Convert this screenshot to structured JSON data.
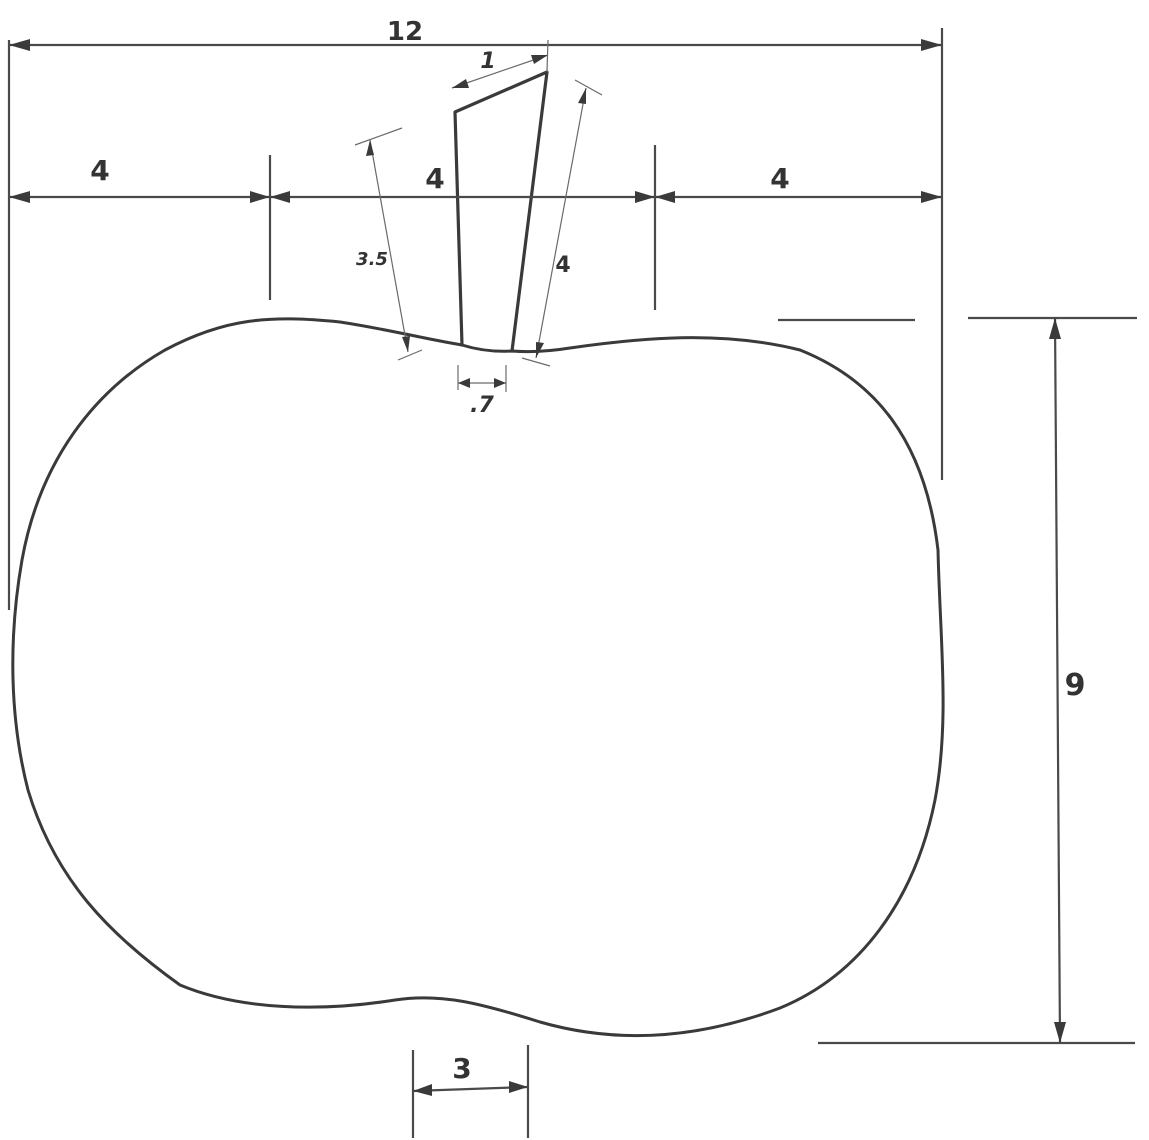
{
  "dimensions": {
    "overall_width": "12",
    "left_segment": "4",
    "center_segment": "4",
    "right_segment": "4",
    "stem_top_width": "1",
    "stem_left_length": "3.5",
    "stem_right_length": "4",
    "stem_base_width": ".7",
    "height": "9",
    "bottom_indent_width": "3"
  },
  "colors": {
    "ink": "#3a3a3a",
    "paper": "#ffffff"
  }
}
